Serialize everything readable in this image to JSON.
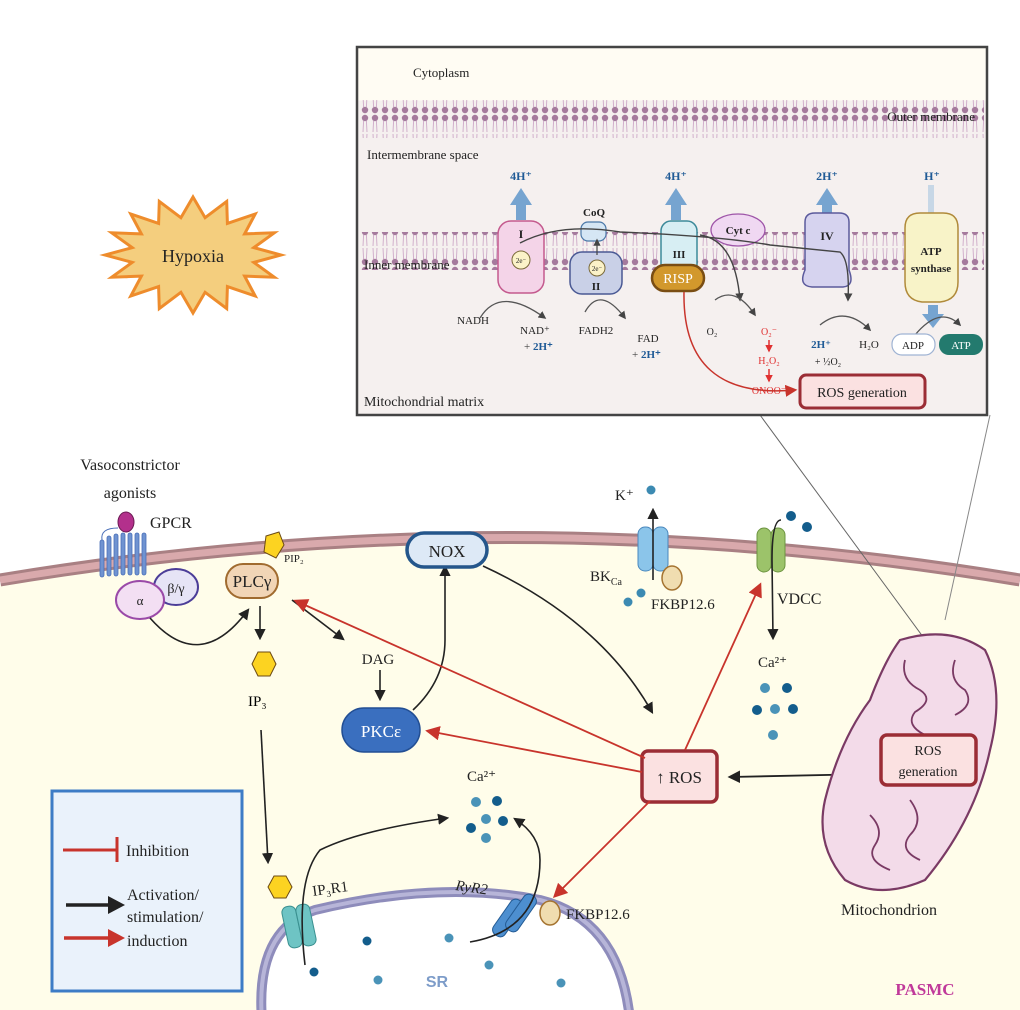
{
  "inset": {
    "cytoplasm": "Cytoplasm",
    "outer_membrane": "Outer membrane",
    "intermembrane_space": "Intermembrane space",
    "inner_membrane": "Inner membrane",
    "matrix": "Mitochondrial matrix",
    "complexes": {
      "c1": "I",
      "c2": "II",
      "c3": "III",
      "c4": "IV",
      "coq": "CoQ",
      "cytc": "Cyt c",
      "risp": "RISP",
      "atp_synthase_1": "ATP",
      "atp_synthase_2": "synthase",
      "electron": "2e⁻"
    },
    "protons": {
      "c1": "4H⁺",
      "c3": "4H⁺",
      "c4": "2H⁺",
      "atp": "H⁺"
    },
    "reactions": {
      "nadh": "NADH",
      "nad": "NAD⁺",
      "nad_h": "+ ",
      "nad_h2": "2H⁺",
      "fadh2": "FADH2",
      "fad": "FAD",
      "fad_h": "+ ",
      "fad_h2": "2H⁺",
      "o2": "O₂",
      "superoxide": "O₂⁻",
      "h2o2": "H₂O₂",
      "onoo": "ONOO⁻",
      "h2": "2H⁺",
      "half_o2": "+ ½O₂",
      "h2o": "H₂O",
      "adp": "ADP",
      "atp": "ATP"
    },
    "ros_generation": "ROS generation"
  },
  "hypoxia": "Hypoxia",
  "cell": {
    "agonists_1": "Vasoconstrictor",
    "agonists_2": "agonists",
    "gpcr": "GPCR",
    "alpha": "α",
    "beta_gamma": "β/γ",
    "plc": "PLCγ",
    "pip2": "PIP₂",
    "ip3": "IP₃",
    "dag": "DAG",
    "pkc": "PKCε",
    "nox": "NOX",
    "k_ion": "K⁺",
    "bkca": "BK",
    "bkca_sub": "Ca",
    "fkbp_bk": "FKBP12.6",
    "vdcc": "VDCC",
    "ca_vdcc": "Ca²⁺",
    "ros_up": "↑ ROS",
    "mito_ros_1": "ROS",
    "mito_ros_2": "generation",
    "mitochondrion": "Mitochondrion",
    "ca_sr": "Ca²⁺",
    "ip3r1": "IP₃R1",
    "ryr2": "RyR2",
    "fkbp_ryr": "FKBP12.6",
    "sr": "SR",
    "pasmc": "PASMC"
  },
  "legend": {
    "inhibition": "Inhibition",
    "activation_1": "Activation/",
    "activation_2": "stimulation/",
    "activation_3": "induction"
  },
  "colors": {
    "activation_black": "#222222",
    "induction_red": "#c8342c",
    "ros_border": "#9b2d35",
    "pkc_blue": "#3a6fbf",
    "pasmc_magenta": "#c0399a"
  }
}
